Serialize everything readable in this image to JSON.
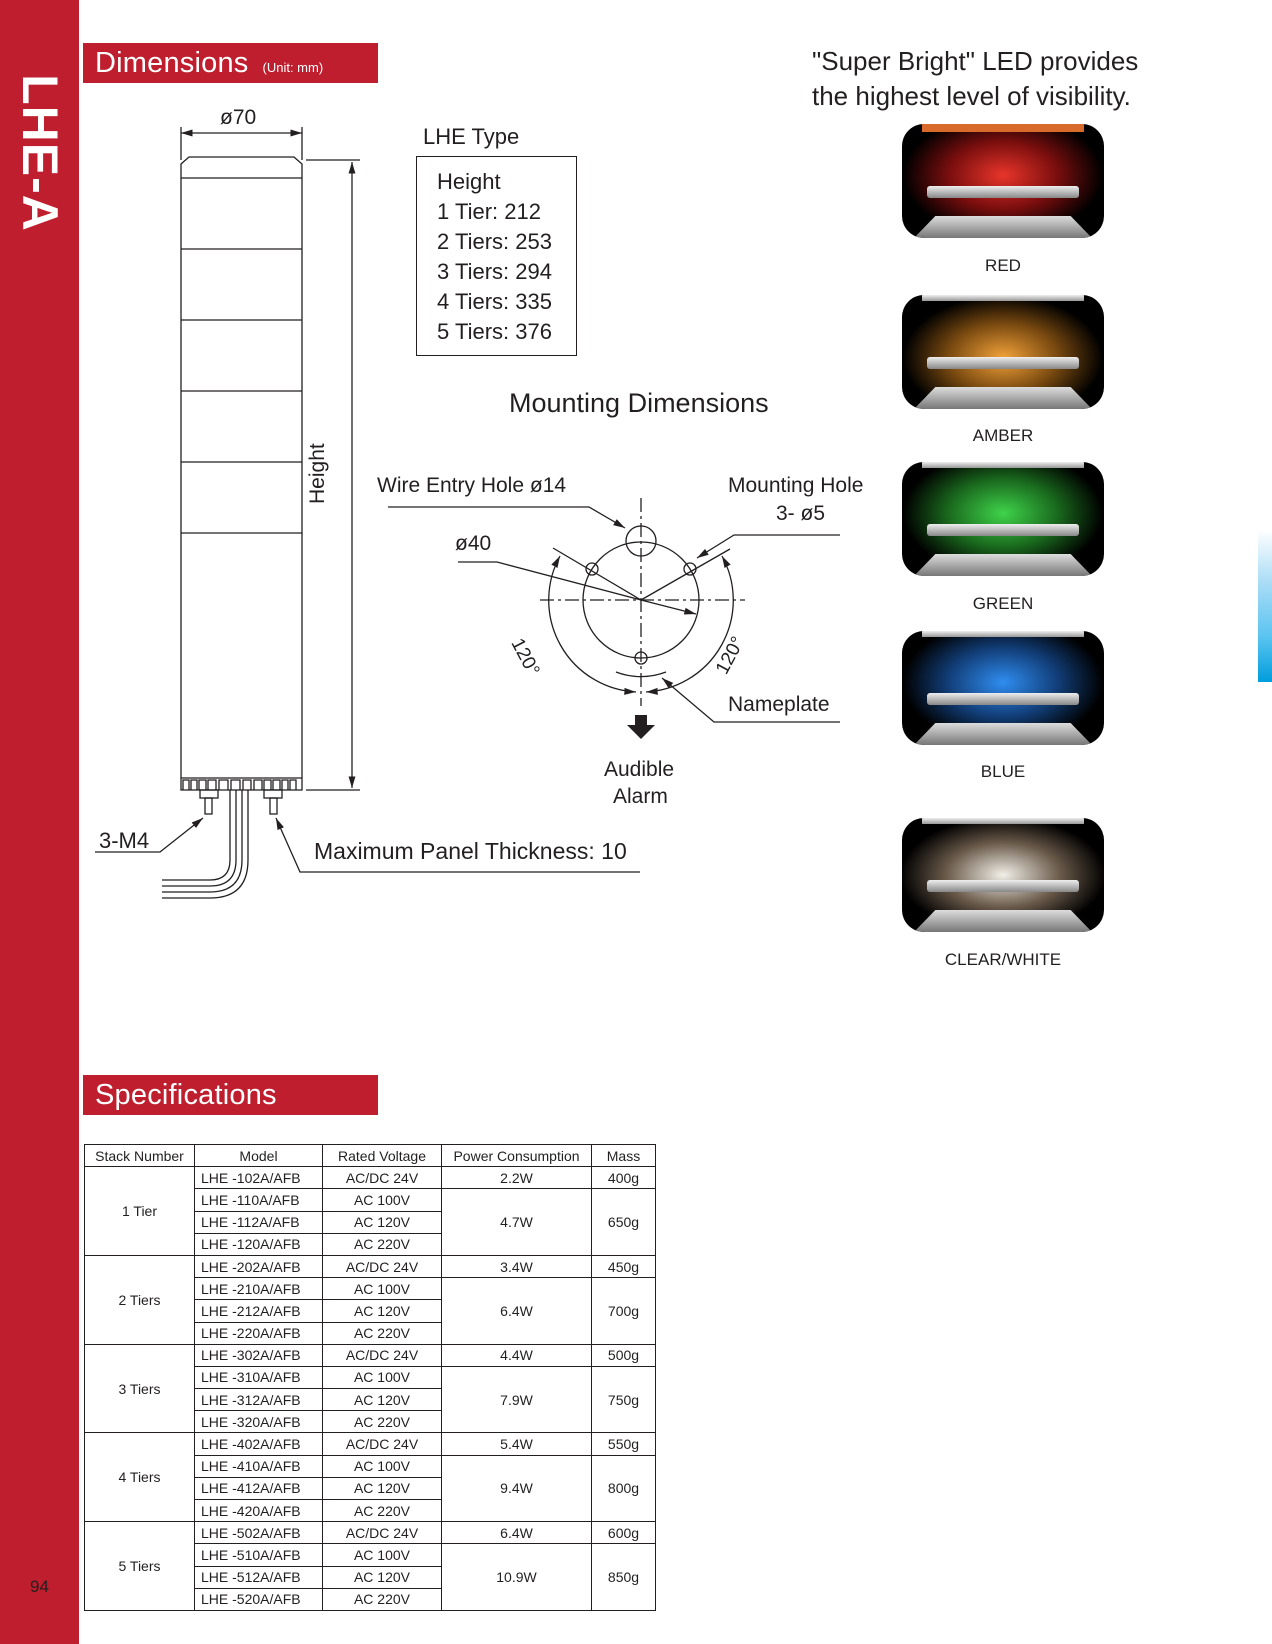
{
  "side_title": "LHE-A",
  "page_number": "94",
  "dimensions_section": {
    "title": "Dimensions",
    "unit": "(Unit: mm)",
    "diameter_label": "ø70",
    "height_axis_label": "Height",
    "screw_label": "3-M4",
    "panel_thickness_label": "Maximum Panel Thickness: 10",
    "lhe_type": {
      "title": "LHE Type",
      "height_heading": "Height",
      "heights": [
        {
          "tiers": "1 Tier",
          "value": "212",
          "text": "1 Tier: 212"
        },
        {
          "tiers": "2 Tiers",
          "value": "253",
          "text": "2 Tiers: 253"
        },
        {
          "tiers": "3 Tiers",
          "value": "294",
          "text": "3 Tiers: 294"
        },
        {
          "tiers": "4 Tiers",
          "value": "335",
          "text": "4 Tiers: 335"
        },
        {
          "tiers": "5 Tiers",
          "value": "376",
          "text": "5 Tiers: 376"
        }
      ]
    },
    "mounting": {
      "title": "Mounting Dimensions",
      "wire_entry_label": "Wire Entry Hole ø14",
      "mounting_hole_label_1": "Mounting Hole",
      "mounting_hole_label_2": "3- ø5",
      "pitch_diameter_label": "ø40",
      "angle_left": "120°",
      "angle_right": "120°",
      "nameplate_label": "Nameplate",
      "audible_alarm_label_1": "Audible",
      "audible_alarm_label_2": "Alarm"
    }
  },
  "promo": {
    "line1": "\"Super Bright\" LED provides",
    "line2": "the highest level of visibility."
  },
  "led_colors": [
    {
      "label": "RED",
      "glow": "#e8352a",
      "dark": "#7a0e0e"
    },
    {
      "label": "AMBER",
      "glow": "#f2a23a",
      "dark": "#7a4a10"
    },
    {
      "label": "GREEN",
      "glow": "#3fd34a",
      "dark": "#1a6a1e"
    },
    {
      "label": "BLUE",
      "glow": "#2f8df0",
      "dark": "#123f7a"
    },
    {
      "label": "CLEAR/WHITE",
      "glow": "#f1efe8",
      "dark": "#6a5a4a"
    }
  ],
  "specifications": {
    "title": "Specifications",
    "columns": [
      "Stack Number",
      "Model",
      "Rated Voltage",
      "Power Consumption",
      "Mass"
    ],
    "groups": [
      {
        "stack": "1 Tier",
        "rows": [
          {
            "model": "LHE -102A/AFB",
            "voltage": "AC/DC 24V"
          },
          {
            "model": "LHE -110A/AFB",
            "voltage": "AC 100V"
          },
          {
            "model": "LHE -112A/AFB",
            "voltage": "AC 120V"
          },
          {
            "model": "LHE -120A/AFB",
            "voltage": "AC 220V"
          }
        ],
        "dc_power": "2.2W",
        "dc_mass": "400g",
        "ac_power": "4.7W",
        "ac_mass": "650g"
      },
      {
        "stack": "2 Tiers",
        "rows": [
          {
            "model": "LHE -202A/AFB",
            "voltage": "AC/DC 24V"
          },
          {
            "model": "LHE -210A/AFB",
            "voltage": "AC 100V"
          },
          {
            "model": "LHE -212A/AFB",
            "voltage": "AC 120V"
          },
          {
            "model": "LHE -220A/AFB",
            "voltage": "AC 220V"
          }
        ],
        "dc_power": "3.4W",
        "dc_mass": "450g",
        "ac_power": "6.4W",
        "ac_mass": "700g"
      },
      {
        "stack": "3 Tiers",
        "rows": [
          {
            "model": "LHE -302A/AFB",
            "voltage": "AC/DC 24V"
          },
          {
            "model": "LHE -310A/AFB",
            "voltage": "AC 100V"
          },
          {
            "model": "LHE -312A/AFB",
            "voltage": "AC 120V"
          },
          {
            "model": "LHE -320A/AFB",
            "voltage": "AC 220V"
          }
        ],
        "dc_power": "4.4W",
        "dc_mass": "500g",
        "ac_power": "7.9W",
        "ac_mass": "750g"
      },
      {
        "stack": "4 Tiers",
        "rows": [
          {
            "model": "LHE -402A/AFB",
            "voltage": "AC/DC 24V"
          },
          {
            "model": "LHE -410A/AFB",
            "voltage": "AC 100V"
          },
          {
            "model": "LHE -412A/AFB",
            "voltage": "AC 120V"
          },
          {
            "model": "LHE -420A/AFB",
            "voltage": "AC 220V"
          }
        ],
        "dc_power": "5.4W",
        "dc_mass": "550g",
        "ac_power": "9.4W",
        "ac_mass": "800g"
      },
      {
        "stack": "5 Tiers",
        "rows": [
          {
            "model": "LHE -502A/AFB",
            "voltage": "AC/DC 24V"
          },
          {
            "model": "LHE -510A/AFB",
            "voltage": "AC 100V"
          },
          {
            "model": "LHE -512A/AFB",
            "voltage": "AC 120V"
          },
          {
            "model": "LHE -520A/AFB",
            "voltage": "AC 220V"
          }
        ],
        "dc_power": "6.4W",
        "dc_mass": "600g",
        "ac_power": "10.9W",
        "ac_mass": "850g"
      }
    ]
  },
  "colors": {
    "brand_red": "#be1e2d",
    "accent_blue": "#009ddc",
    "ink": "#231f20"
  }
}
